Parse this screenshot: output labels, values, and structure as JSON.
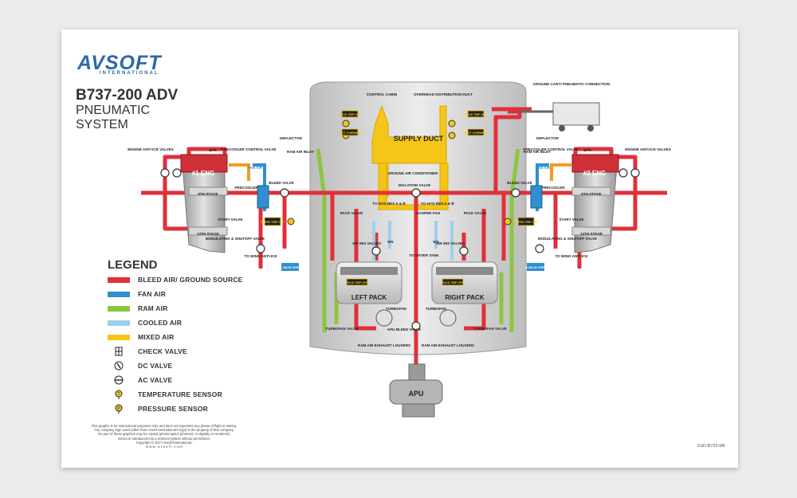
{
  "header": {
    "logo_text": "AVSOFT",
    "logo_sub": "INTERNATIONAL",
    "title_line1": "B737-200 ADV",
    "title_line2": "PNEUMATIC",
    "title_line3": "SYSTEM"
  },
  "colors": {
    "bleed_air": "#e0303a",
    "fan_air": "#2f8fd0",
    "ram_air": "#8cc63f",
    "cooled_air": "#9dd0ee",
    "mixed_air": "#f5c518",
    "duct_orange": "#f39a2b"
  },
  "legend": {
    "title": "LEGEND",
    "items": [
      {
        "label": "BLEED AIR/ GROUND SOURCE",
        "kind": "line",
        "color": "#e0303a"
      },
      {
        "label": "FAN AIR",
        "kind": "line",
        "color": "#2f8fd0"
      },
      {
        "label": "RAM AIR",
        "kind": "line",
        "color": "#8cc63f"
      },
      {
        "label": "COOLED AIR",
        "kind": "line",
        "color": "#9dd0ee"
      },
      {
        "label": "MIXED AIR",
        "kind": "line",
        "color": "#f5c518"
      },
      {
        "label": "CHECK VALVE",
        "kind": "symbol",
        "icon": "check-valve-icon"
      },
      {
        "label": "DC VALVE",
        "kind": "symbol",
        "icon": "dc-valve-icon"
      },
      {
        "label": "AC VALVE",
        "kind": "symbol",
        "icon": "ac-valve-icon"
      },
      {
        "label": "TEMPERATURE SENSOR",
        "kind": "symbol",
        "icon": "temperature-sensor-icon"
      },
      {
        "label": "PRESSURE SENSOR",
        "kind": "symbol",
        "icon": "pressure-sensor-icon"
      }
    ]
  },
  "diagram": {
    "supply_duct": "SUPPLY DUCT",
    "control_cabin": "CONTROL CABIN",
    "overhead_duct": "OVERHEAD DISTRIBUTION DUCT",
    "ground_cart": "GROUND CART/ PNEUMATIC CONNECTION",
    "ground_air_conditioner": "GROUND AIR CONDITIONER",
    "isolation_valve": "ISOLATION VALVE",
    "to_hyd_res_left": "TO HYD RES A & B",
    "to_hyd_res_right": "TO HYD RES A & B",
    "deflector_left": "DEFLECTOR",
    "deflector_right": "DEFLECTOR",
    "ram_air_inlet_left": "RAM AIR INLET",
    "ram_air_inlet_right": "RAM AIR INLET",
    "engine1": "#1 ENG",
    "engine2": "#2 ENG",
    "epr_left": "EPR",
    "epr_right": "EPR",
    "engine_anti_ice_left": "ENGINE ANTI-ICE VALVES",
    "engine_anti_ice_right": "ENGINE ANTI-ICE VALVES",
    "precooler_control_left": "PRECOOLER CONTROL VALVE",
    "precooler_control_right": "PRECOOLER CONTROL VALVE",
    "fan_air_left": "FAN AIR",
    "fan_air_right": "FAN AIR",
    "precooler_left": "PRECOOLER",
    "precooler_right": "PRECOOLER",
    "stage8_left": "8TH STAGE",
    "stage8_right": "8TH STAGE",
    "stage13_left": "13TH STAGE",
    "stage13_right": "13TH STAGE",
    "start_valve_left": "START VALVE",
    "start_valve_right": "START VALVE",
    "bleed_valve_left": "BLEED VALVE",
    "bleed_valve_right": "BLEED VALVE",
    "bleed_trip_left": "BLEED TRIP OFF",
    "bleed_trip_right": "BLEED TRIP OFF",
    "modulating_left": "MODULATING & SHUTOFF VALVE",
    "modulating_right": "MODULATING & SHUTOFF VALVE",
    "wing_anti_ice_left": "TO WING ANTI-ICE",
    "wing_anti_ice_right": "TO WING ANTI-ICE",
    "l_valve_open": "L VALVE OPEN",
    "r_valve_open": "R VALVE OPEN",
    "pack_valve_left": "PACK VALVE",
    "pack_valve_right": "PACK VALVE",
    "air_mix_left": "AIR MIX VALVES",
    "air_mix_right": "AIR MIX VALVES",
    "gasper_fan": "GASPER FAN",
    "ws_left": "WS",
    "ws_right": "WS",
    "to_water_tank": "TO WATER TANK",
    "pack_trip_left": "PACK TRIP OFF",
    "pack_trip_right": "PACK TRIP OFF",
    "left_pack": "LEFT PACK",
    "right_pack": "RIGHT PACK",
    "turbofan_left": "TURBOFAN",
    "turbofan_right": "TURBOFAN",
    "turbofan_valve_left": "TURBOFAN VALVE",
    "turbofan_valve_right": "TURBOFAN VALVE",
    "apu_bleed_valve": "APU BLEED VALVE",
    "ram_exhaust_left": "RAM AIR EXHAUST LOUVERS",
    "ram_exhaust_right": "RAM AIR EXHAUST LOUVERS",
    "apu": "APU",
    "pack_trip_top": "PACK TRIP OFF",
    "pack_trip_top_right": "PACK TRIP OFF",
    "duct_overheat_left": "DUCT OVERHEAT",
    "duct_overheat_right": "DUCT OVERHEAT"
  },
  "footer": {
    "disclaimer_1": "This graphic is for instructional purposes only and does not represent any phase of flight or setting.",
    "disclaimer_2": "Any company logo used (other than Avsoft International's logo) is the property of that company.",
    "disclaimer_3": "No part of these graphics may be copied (photocopied, photoset, or digitally re-rendered),",
    "disclaimer_4": "stored or introduced into a retrieval system without permission.",
    "copyright": "Copyright © 2017 Avsoft International.",
    "website": "w w w . a v s o f t . c o m",
    "doc_id": "SSD-B732-M6"
  }
}
